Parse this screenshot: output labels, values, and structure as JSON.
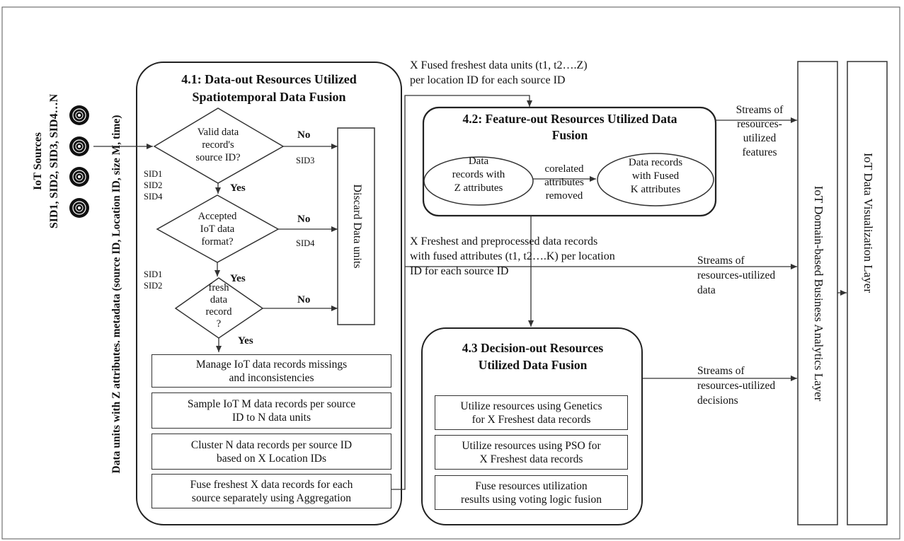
{
  "left_label": {
    "iot_sources_title": "IoT Sources",
    "iot_sources_ids": "SID1, SID2, SID3, SID4…N",
    "data_units_caption": "Data units with Z attributes. metadata (source ID, Location ID, size M, time)"
  },
  "section_41": {
    "title_line1": "4.1: Data-out Resources Utilized",
    "title_line2": "Spatiotemporal Data Fusion",
    "decision1": [
      "Valid data",
      "record's",
      "source ID?"
    ],
    "decision2": [
      "Accepted",
      "IoT data",
      "format?"
    ],
    "decision3": [
      "fresh",
      "data",
      "record",
      "?"
    ],
    "no_label": "No",
    "yes_label": "Yes",
    "sid_no1": "SID3",
    "sid_no2": "SID4",
    "sid_yes1": [
      "SID1",
      "SID2",
      "SID4"
    ],
    "sid_yes2": [
      "SID1",
      "SID2"
    ],
    "discard": "Discard Data units",
    "step1": [
      "Manage IoT data records missings",
      "and inconsistencies"
    ],
    "step2": [
      "Sample IoT M data records per source",
      "ID to N data units"
    ],
    "step3": [
      "Cluster N data records per source ID",
      "based on X Location IDs"
    ],
    "step4": [
      "Fuse freshest X data records for each",
      "source separately using Aggregation"
    ]
  },
  "fused_units_caption": [
    "X Fused freshest data units (t1, t2….Z)",
    "per location ID for each source ID"
  ],
  "section_42": {
    "title_line1": "4.2: Feature-out Resources Utilized Data",
    "title_line2": "Fusion",
    "ellipse_left": [
      "Data",
      "records with",
      "Z attributes"
    ],
    "middle": [
      "corelated",
      "attributes",
      "removed"
    ],
    "ellipse_right": [
      "Data records",
      "with Fused",
      "K attributes"
    ]
  },
  "preprocessed_caption": [
    "X Freshest and preprocessed data records",
    "with fused attributes (t1, t2….K) per location",
    "ID for each source ID"
  ],
  "section_43": {
    "title_line1": "4.3 Decision-out Resources",
    "title_line2": "Utilized Data Fusion",
    "step1": [
      "Utilize resources using Genetics",
      "for X Freshest data records"
    ],
    "step2": [
      "Utilize resources using PSO for",
      "X Freshest data records"
    ],
    "step3": [
      "Fuse resources utilization",
      "results using voting logic fusion"
    ]
  },
  "streams": {
    "features": [
      "Streams of",
      "resources-",
      "utilized",
      "features"
    ],
    "data": [
      "Streams of",
      "resources-utilized",
      "data"
    ],
    "decisions": [
      "Streams of",
      "resources-utilized",
      "decisions"
    ]
  },
  "layers": {
    "business": "IoT Domain-based Business Analytics Layer",
    "visualization": "IoT Data Visualization Layer"
  },
  "icons": [
    "cd-disc-icon",
    "cd-disc-icon",
    "cd-disc-icon",
    "cd-disc-icon"
  ]
}
